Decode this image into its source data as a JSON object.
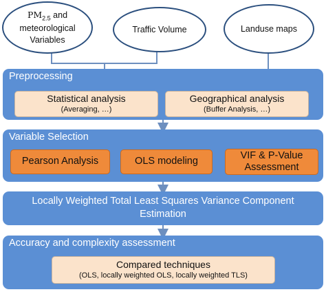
{
  "inputs": {
    "pm_prefix": "PM",
    "pm_subscript": "2.5",
    "pm_suffix": " and",
    "pm_line2": "meteorological",
    "pm_line3": "Variables",
    "traffic": "Traffic Volume",
    "landuse": "Landuse maps"
  },
  "preprocessing": {
    "title": "Preprocessing",
    "statistical": {
      "label": "Statistical analysis",
      "sub": "(Averaging, …)"
    },
    "geographical": {
      "label": "Geographical analysis",
      "sub": "(Buffer Analysis, …)"
    }
  },
  "variable_selection": {
    "title": "Variable Selection",
    "pearson": "Pearson Analysis",
    "ols": "OLS modeling",
    "vif_line1": "VIF & P-Value",
    "vif_line2": "Assessment"
  },
  "lwtls": {
    "line1": "Locally Weighted Total Least Squares Variance Component",
    "line2": "Estimation"
  },
  "accuracy": {
    "title": "Accuracy and complexity assessment",
    "compared": "Compared techniques",
    "compared_sub": "(OLS, locally weighted OLS, locally weighted TLS)"
  },
  "colors": {
    "panel": "#5b8fd4",
    "connector": "#6d8fbf",
    "peach_box": "#fbe3cb",
    "orange_box": "#ef8a3a",
    "ellipse_border": "#2b4f7e"
  }
}
